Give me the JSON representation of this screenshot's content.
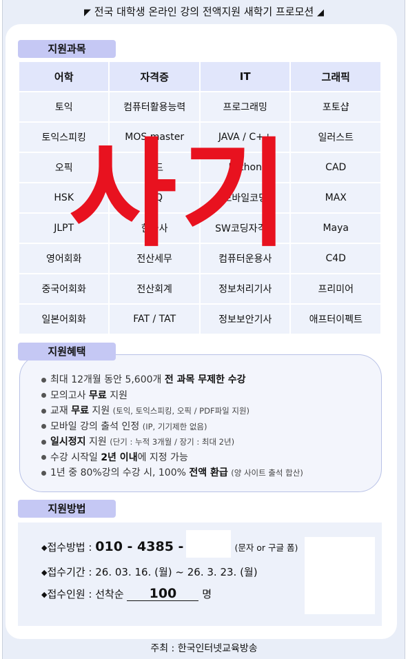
{
  "banner": {
    "left_marker": "◤",
    "title": "전국 대학생 온라인 강의 전액지원 새학기 프로모션",
    "right_marker": "◢"
  },
  "sections": {
    "courses": "지원과목",
    "benefits": "지원혜택",
    "method": "지원방법"
  },
  "table": {
    "headers": [
      "어학",
      "자격증",
      "IT",
      "그래픽"
    ],
    "rows": [
      [
        "토익",
        "컴퓨터활용능력",
        "프로그래밍",
        "포토샵"
      ],
      [
        "토익스피킹",
        "MOS master",
        "JAVA / C++",
        "일러스트"
      ],
      [
        "오픽",
        "워드",
        "Python",
        "CAD"
      ],
      [
        "HSK",
        "ITQ",
        "모바일코딩",
        "MAX"
      ],
      [
        "JLPT",
        "한국사",
        "SW코딩자격증",
        "Maya"
      ],
      [
        "영어회화",
        "전산세무",
        "컴퓨터운용사",
        "C4D"
      ],
      [
        "중국어회화",
        "전산회계",
        "정보처리기사",
        "프리미어"
      ],
      [
        "일본어회화",
        "FAT / TAT",
        "정보보안기사",
        "애프터이펙트"
      ]
    ]
  },
  "stamp": "사기",
  "benefits": [
    {
      "plain": "최대 12개월 동안 5,600개 ",
      "bold": "전 과목 무제한 수강",
      "after": "",
      "small": ""
    },
    {
      "plain": "모의고사 ",
      "bold": "무료",
      "after": " 지원",
      "small": ""
    },
    {
      "plain": "교재 ",
      "bold": "무료",
      "after": " 지원 ",
      "small": "(토익, 토익스피킹, 오픽 / PDF파일 지원)"
    },
    {
      "plain": "모바일 강의 출석 인정 ",
      "bold": "",
      "after": "",
      "small": "(IP, 기기제한 없음)"
    },
    {
      "plain": "",
      "bold": "일시정지",
      "after": " 지원 ",
      "small": "(단기 : 누적 3개월 / 장기 : 최대 2년)"
    },
    {
      "plain": "수강 시작일 ",
      "bold": "2년 이내",
      "after": "에 지정 가능",
      "small": ""
    },
    {
      "plain": "1년 중 80%강의 수강 시, 100% ",
      "bold": "전액 환급",
      "after": " ",
      "small": "(양 사이트 출석 합산)"
    }
  ],
  "method": {
    "bullet": "◆",
    "phone_label": "접수방법 : ",
    "phone_value": "010 - 4385 -",
    "phone_note": "(문자 or 구글 폼)",
    "period_label": "접수기간 : ",
    "period_value": "26. 03. 16. (월) ~ 26. 3. 23. (월)",
    "count_label": "접수인원 : 선착순 ",
    "count_value": "100",
    "count_unit": " 명"
  },
  "footer": "주최 : 한국인터넷교육방송"
}
